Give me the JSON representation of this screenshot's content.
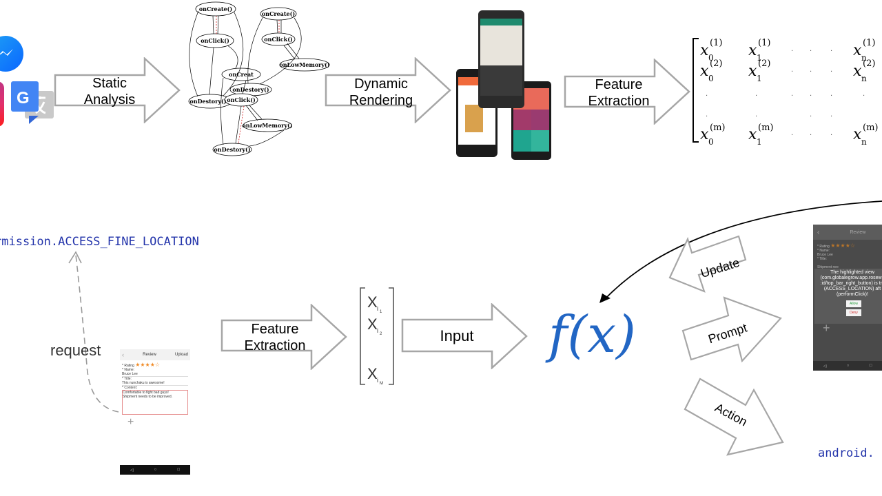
{
  "top_row": {
    "static_analysis_label": "Static\nAnalysis",
    "dynamic_rendering_label": "Dynamic\nRendering",
    "feature_extraction_label": "Feature\nExtraction",
    "call_graph_nodes": [
      "onCreate()",
      "onClick()",
      "onDestory()",
      "onCreate()",
      "onClick()",
      "onLowMemory()",
      "onDestory()",
      "onCreat",
      "onClick()",
      "onLowMemory()",
      "onDestory()"
    ]
  },
  "matrix_top": {
    "row1": [
      "x_0^{(1)}",
      "x_1^{(1)}",
      "x_n^{(1)}"
    ],
    "row2": [
      "x_0^{(2)}",
      "x_1^{(2)}",
      "x_n^{(2)}"
    ],
    "rowm": [
      "x_0^{(m)}",
      "x_1^{(m)}",
      "x_n^{(m)}"
    ]
  },
  "bottom_row": {
    "permission_text": "rmission.ACCESS_FINE_LOCATION",
    "request_label": "request",
    "feature_extraction_label": "Feature\nExtraction",
    "input_label": "Input",
    "function_label": "f(x)",
    "update_label": "Update",
    "prompt_label": "Prompt",
    "action_label": "Action",
    "android_text": "android."
  },
  "vector": {
    "entries": [
      "X",
      "X",
      "X"
    ],
    "subscripts": [
      "i1",
      "i2",
      "iM"
    ]
  },
  "review_screen": {
    "title": "Review",
    "upload": "Upload",
    "rating_label": "* Rating",
    "stars": "★★★★☆",
    "name_label": "* Name:",
    "name_value": "Bruce Lee",
    "title_label": "* Title:",
    "title_value": "This nunchaku is awesome!",
    "content_label": "* Content:",
    "content_value": "Comfortable to fight bad guys!\nShipment needs to be improved.",
    "plus": "+"
  },
  "prompt_screen": {
    "title": "Review",
    "dialog_text": "The highlighted view\n(com.globalegrow.app.rosewh\n:id/top_bar_right_button) is try\n(ACCESS_LOCATION) aft\n(performClick)!",
    "allow": "Allow",
    "deny": "Deny",
    "plus": "+",
    "rating_label": "* Rating",
    "stars": "★★★★☆",
    "name_label": "* Name:",
    "name_value": "Bruce Lee",
    "title_label": "* Title:",
    "shipment_label": "Shipment nee"
  },
  "colors": {
    "arrow_fill": "#ffffff",
    "arrow_stroke": "#a6a6a6",
    "code_blue": "#2233aa",
    "fx_blue": "#2266c4",
    "allow_green": "#2ea043",
    "deny_red": "#d22d2d"
  }
}
